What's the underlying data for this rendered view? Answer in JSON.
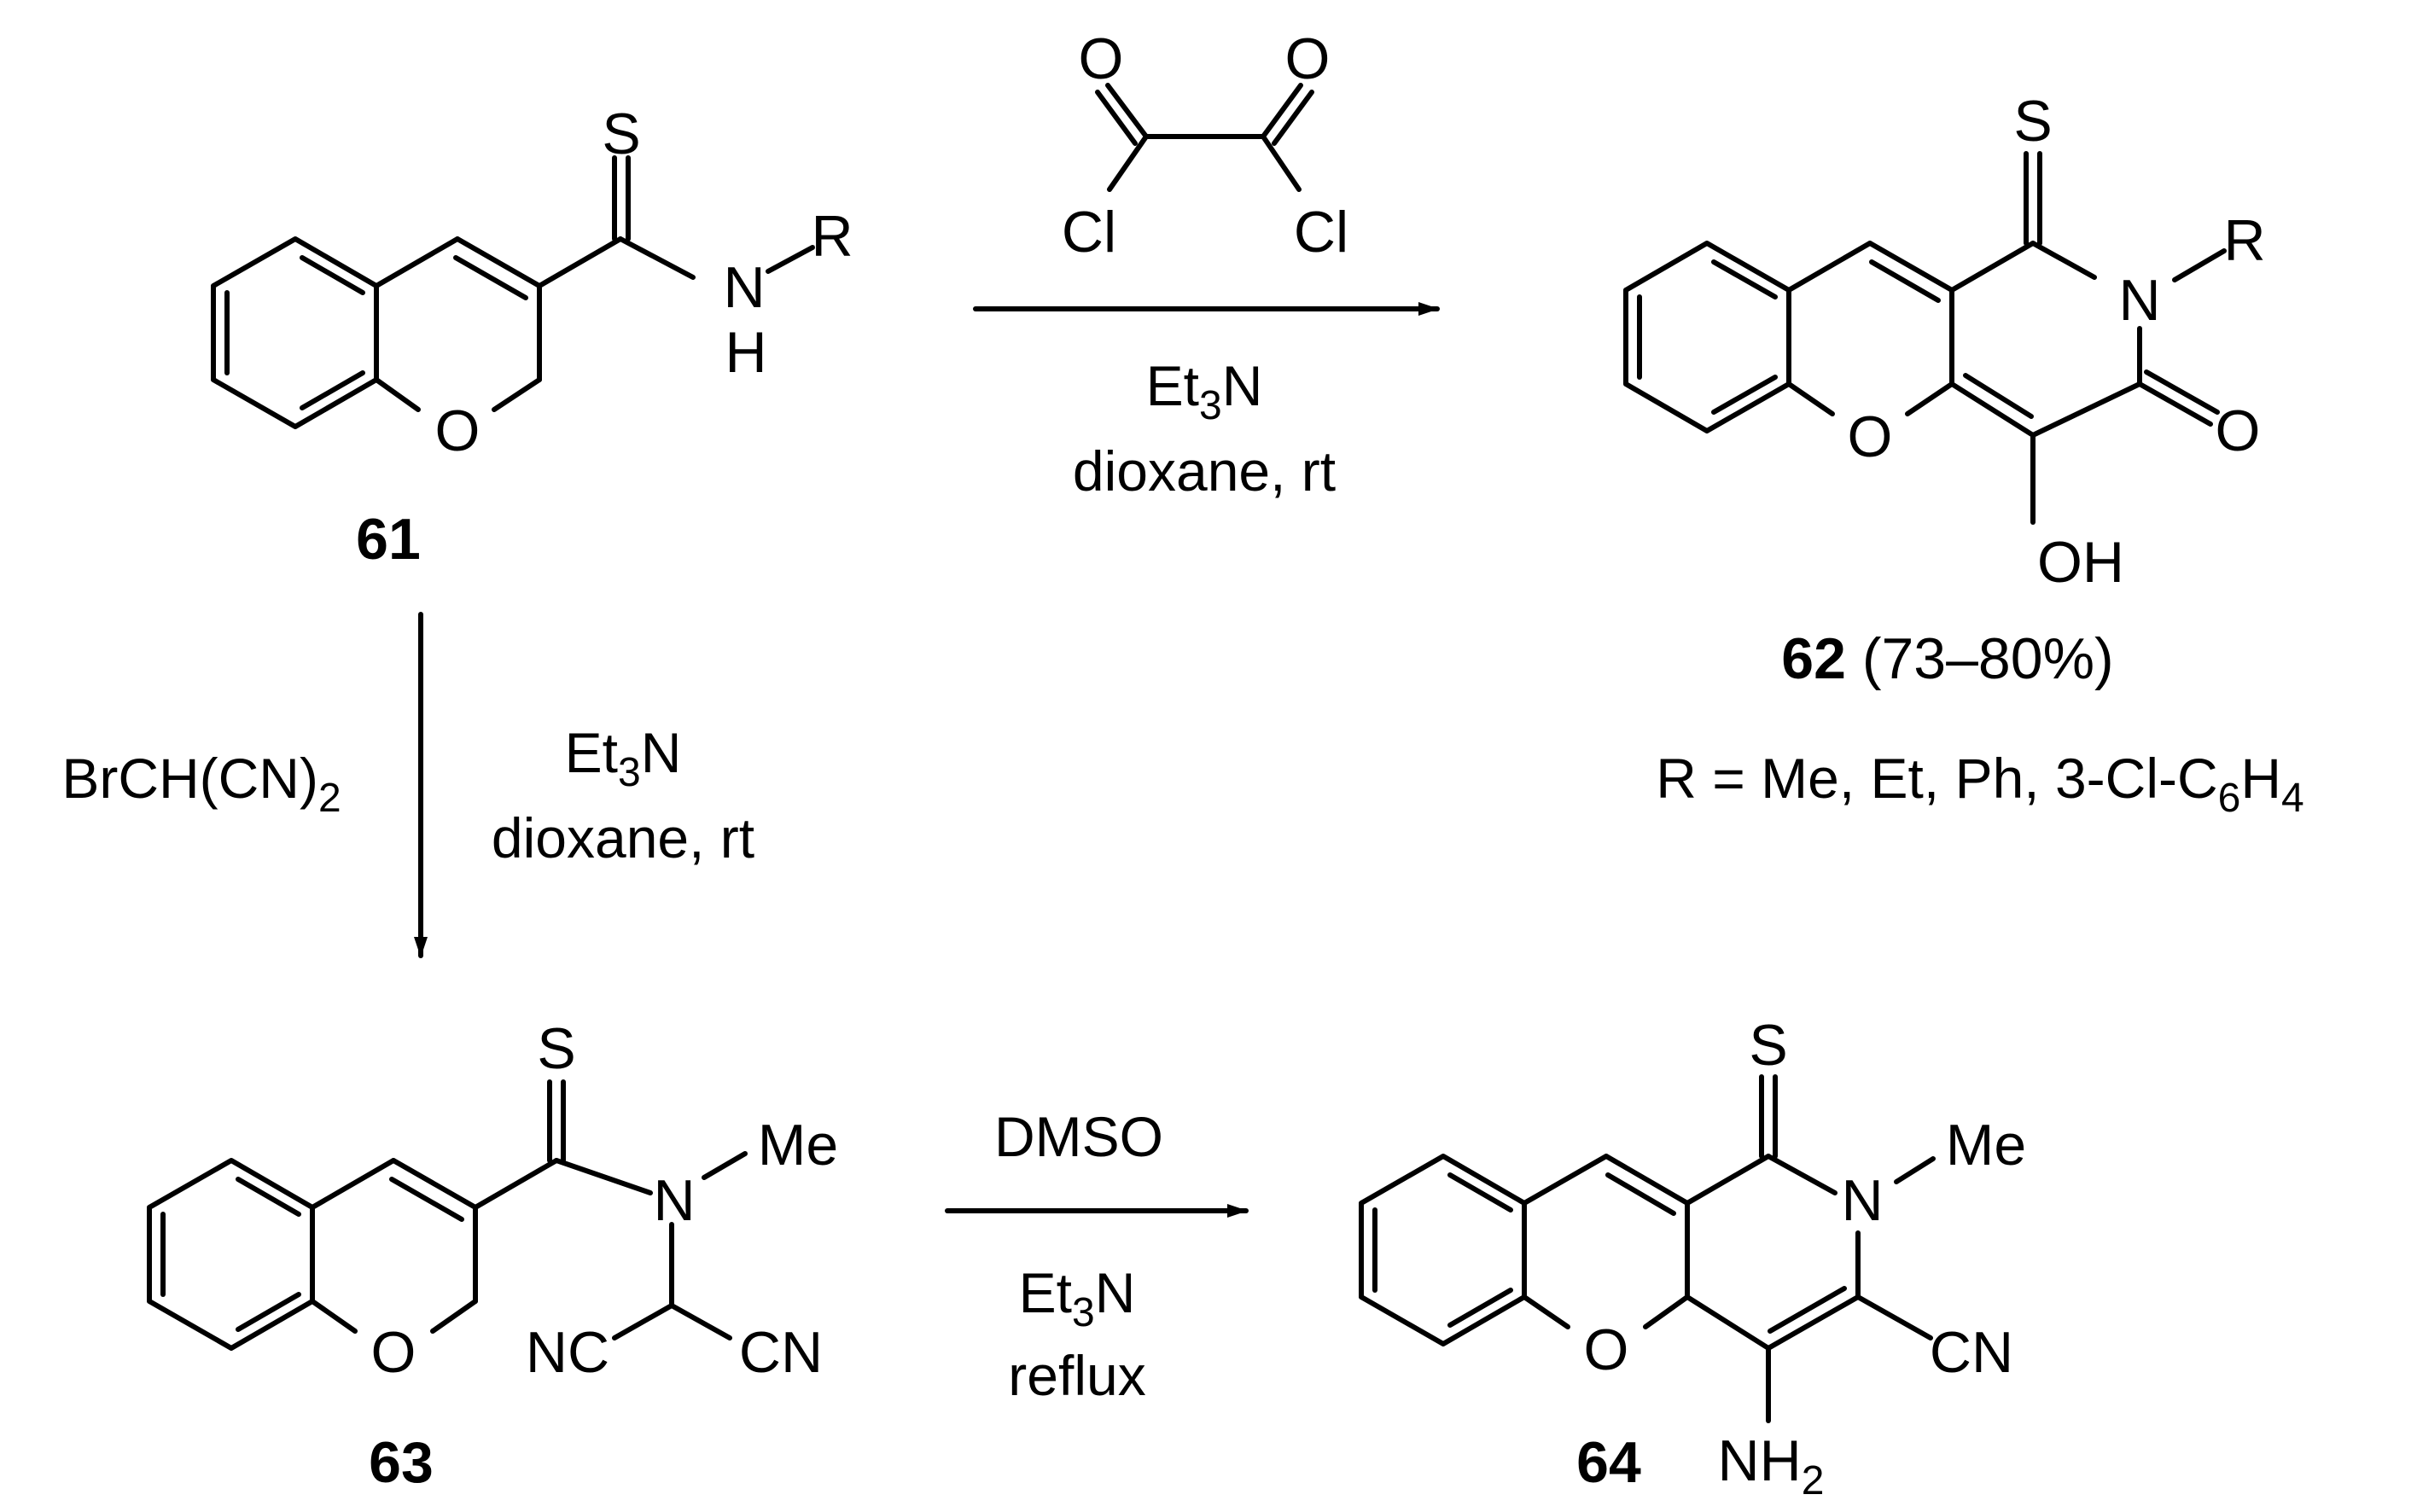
{
  "atoms": {
    "s": "S",
    "n": "N",
    "h": "H",
    "o": "O",
    "r": "R",
    "cl": "Cl",
    "oh": "OH",
    "me": "Me",
    "nc": "NC",
    "cn": "CN",
    "nh": "NH",
    "two": "2"
  },
  "compounds": {
    "c61": "61",
    "c62": "62",
    "c62_yield": " (73–80%)",
    "c63": "63",
    "c64": "64"
  },
  "r_groups": {
    "prefix": "R = Me, Et, Ph, 3-Cl-C",
    "sub1": "6",
    "mid": "H",
    "sub2": "4"
  },
  "conditions": {
    "base_et": "Et",
    "base_sub": "3",
    "base_n": "N",
    "solvent_temp": "dioxane, rt",
    "reagent_prefix": "BrCH(CN)",
    "reagent_sub": "2",
    "dmso": "DMSO",
    "reflux": "reflux"
  }
}
